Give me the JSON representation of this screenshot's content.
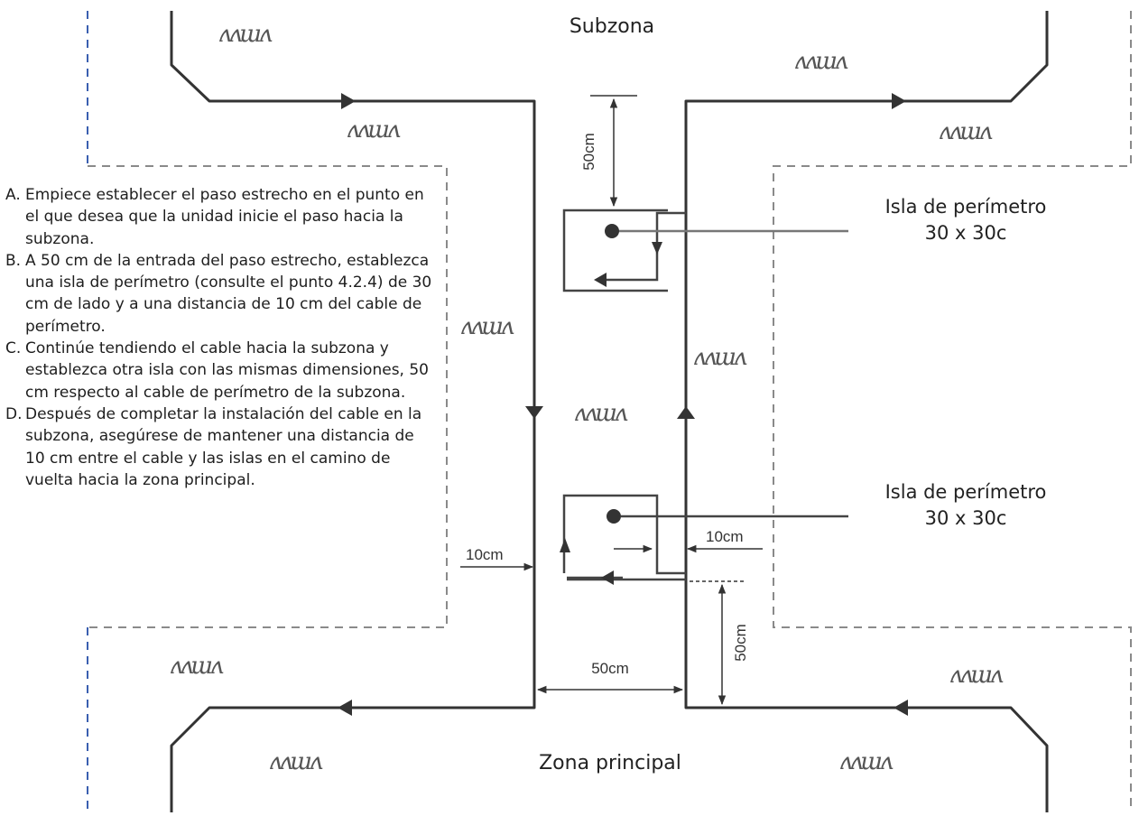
{
  "labels": {
    "subzone": "Subzona",
    "main_zone": "Zona principal",
    "island_top_line1": "Isla de perímetro",
    "island_top_line2": "30 x 30c",
    "island_bottom_line1": "Isla de perímetro",
    "island_bottom_line2": "30 x 30c"
  },
  "dimensions": {
    "top_vertical": "50cm",
    "left_gap": "10cm",
    "right_gap": "10cm",
    "passage_width": "50cm",
    "bottom_vertical": "50cm"
  },
  "grass_mark": "ʌʌɯʌ",
  "steps": [
    {
      "letter": "A.",
      "text": "Empiece establecer el paso estrecho en el punto en el que desea que la unidad inicie el paso hacia la subzona."
    },
    {
      "letter": "B.",
      "text": "A 50 cm de la entrada del paso estrecho, establezca una isla de perímetro (consulte el punto 4.2.4) de 30 cm de lado y a una distancia de 10 cm del cable de perímetro."
    },
    {
      "letter": "C.",
      "text": "Continúe tendiendo el cable hacia la subzona y establezca otra isla con las mismas dimensiones, 50 cm respecto al cable de perímetro de la subzona."
    },
    {
      "letter": "D.",
      "text": "Después de completar la instalación del cable en la subzona, asegúrese de mantener una distancia de 10 cm entre el cable y las islas en el camino de vuelta hacia la zona principal."
    }
  ],
  "colors": {
    "cable": "#333333",
    "dashed_boundary_grey": "#8a8a8a",
    "dashed_boundary_blue": "#3a5fb0",
    "text": "#222222"
  }
}
